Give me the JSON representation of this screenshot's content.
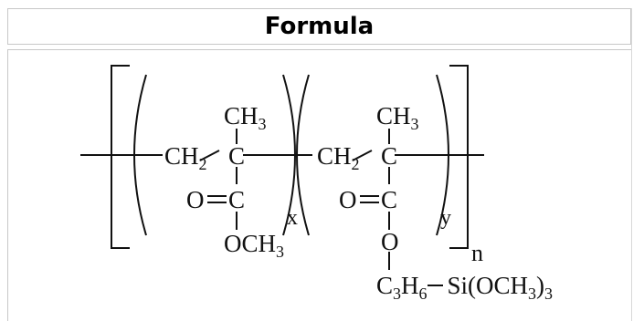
{
  "header": {
    "title": "Formula"
  },
  "formula": {
    "unit1": {
      "ch3": "CH",
      "ch3_sub": "3",
      "ch2": "CH",
      "ch2_sub": "2",
      "c": "C",
      "o": "O",
      "c_ester": "C",
      "och3": "OCH",
      "och3_sub": "3",
      "subscript": "x"
    },
    "unit2": {
      "ch3": "CH",
      "ch3_sub": "3",
      "ch2": "CH",
      "ch2_sub": "2",
      "c": "C",
      "o": "O",
      "c_ester": "C",
      "o_link": "O",
      "c3": "C",
      "c3_sub": "3",
      "h6": "H",
      "h6_sub": "6",
      "si": "Si(OCH",
      "si_sub": "3",
      "si_close": ")",
      "si_sub2": "3",
      "subscript": "y"
    },
    "repeat": "n"
  },
  "colors": {
    "ink": "#111111",
    "border": "#c8c8c8"
  }
}
